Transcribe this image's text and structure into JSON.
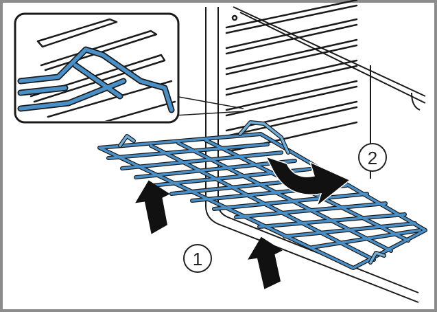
{
  "diagram": {
    "steps": [
      {
        "number": "1",
        "action": "lift-up"
      },
      {
        "number": "2",
        "action": "tilt-and-pull"
      }
    ],
    "colors": {
      "frame": "#8c8c8c",
      "line": "#1a1a1a",
      "rack_blue": "#4a90c8",
      "rack_blue_light": "#6fb0dd",
      "arrow": "#111111",
      "background": "#ffffff"
    },
    "icons": [
      "arrow-up-icon",
      "curved-arrow-icon"
    ]
  }
}
